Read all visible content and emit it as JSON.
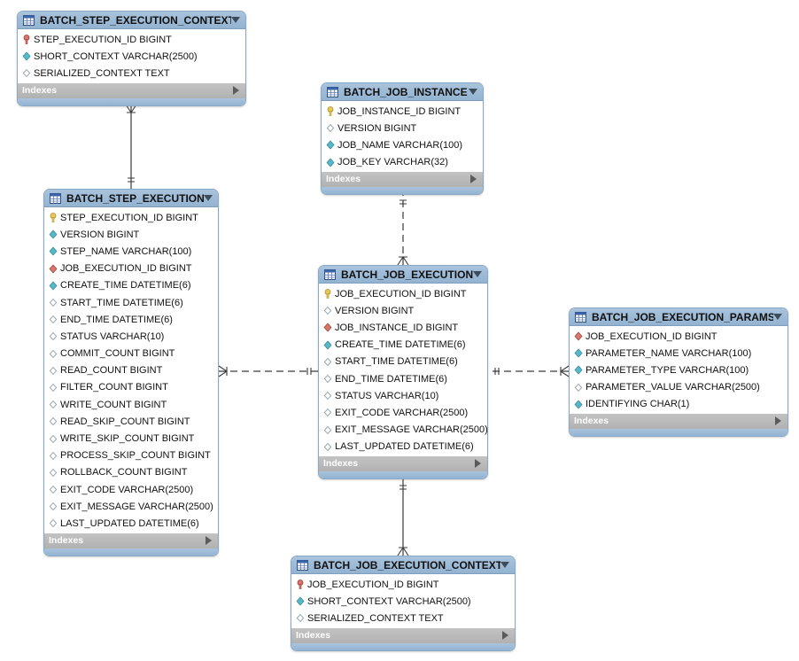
{
  "diagram": {
    "tables": [
      {
        "id": "batch-step-execution-context",
        "title": "BATCH_STEP_EXECUTION_CONTEXT",
        "indexes_label": "Indexes",
        "columns": [
          {
            "text": "STEP_EXECUTION_ID BIGINT",
            "icon": "key-fk-icon"
          },
          {
            "text": "SHORT_CONTEXT VARCHAR(2500)",
            "icon": "not-null-diamond-icon"
          },
          {
            "text": "SERIALIZED_CONTEXT TEXT",
            "icon": "nullable-diamond-icon"
          }
        ]
      },
      {
        "id": "batch-job-instance",
        "title": "BATCH_JOB_INSTANCE",
        "indexes_label": "Indexes",
        "columns": [
          {
            "text": "JOB_INSTANCE_ID BIGINT",
            "icon": "primary-key-icon"
          },
          {
            "text": "VERSION BIGINT",
            "icon": "nullable-diamond-icon"
          },
          {
            "text": "JOB_NAME VARCHAR(100)",
            "icon": "not-null-diamond-icon"
          },
          {
            "text": "JOB_KEY VARCHAR(32)",
            "icon": "not-null-diamond-icon"
          }
        ]
      },
      {
        "id": "batch-step-execution",
        "title": "BATCH_STEP_EXECUTION",
        "indexes_label": "Indexes",
        "columns": [
          {
            "text": "STEP_EXECUTION_ID BIGINT",
            "icon": "primary-key-icon"
          },
          {
            "text": "VERSION BIGINT",
            "icon": "not-null-diamond-icon"
          },
          {
            "text": "STEP_NAME VARCHAR(100)",
            "icon": "not-null-diamond-icon"
          },
          {
            "text": "JOB_EXECUTION_ID BIGINT",
            "icon": "foreign-key-diamond-icon"
          },
          {
            "text": "CREATE_TIME DATETIME(6)",
            "icon": "not-null-diamond-icon"
          },
          {
            "text": "START_TIME DATETIME(6)",
            "icon": "nullable-diamond-icon"
          },
          {
            "text": "END_TIME DATETIME(6)",
            "icon": "nullable-diamond-icon"
          },
          {
            "text": "STATUS VARCHAR(10)",
            "icon": "nullable-diamond-icon"
          },
          {
            "text": "COMMIT_COUNT BIGINT",
            "icon": "nullable-diamond-icon"
          },
          {
            "text": "READ_COUNT BIGINT",
            "icon": "nullable-diamond-icon"
          },
          {
            "text": "FILTER_COUNT BIGINT",
            "icon": "nullable-diamond-icon"
          },
          {
            "text": "WRITE_COUNT BIGINT",
            "icon": "nullable-diamond-icon"
          },
          {
            "text": "READ_SKIP_COUNT BIGINT",
            "icon": "nullable-diamond-icon"
          },
          {
            "text": "WRITE_SKIP_COUNT BIGINT",
            "icon": "nullable-diamond-icon"
          },
          {
            "text": "PROCESS_SKIP_COUNT BIGINT",
            "icon": "nullable-diamond-icon"
          },
          {
            "text": "ROLLBACK_COUNT BIGINT",
            "icon": "nullable-diamond-icon"
          },
          {
            "text": "EXIT_CODE VARCHAR(2500)",
            "icon": "nullable-diamond-icon"
          },
          {
            "text": "EXIT_MESSAGE VARCHAR(2500)",
            "icon": "nullable-diamond-icon"
          },
          {
            "text": "LAST_UPDATED DATETIME(6)",
            "icon": "nullable-diamond-icon"
          }
        ]
      },
      {
        "id": "batch-job-execution",
        "title": "BATCH_JOB_EXECUTION",
        "indexes_label": "Indexes",
        "columns": [
          {
            "text": "JOB_EXECUTION_ID BIGINT",
            "icon": "primary-key-icon"
          },
          {
            "text": "VERSION BIGINT",
            "icon": "nullable-diamond-icon"
          },
          {
            "text": "JOB_INSTANCE_ID BIGINT",
            "icon": "foreign-key-diamond-icon"
          },
          {
            "text": "CREATE_TIME DATETIME(6)",
            "icon": "not-null-diamond-icon"
          },
          {
            "text": "START_TIME DATETIME(6)",
            "icon": "nullable-diamond-icon"
          },
          {
            "text": "END_TIME DATETIME(6)",
            "icon": "nullable-diamond-icon"
          },
          {
            "text": "STATUS VARCHAR(10)",
            "icon": "nullable-diamond-icon"
          },
          {
            "text": "EXIT_CODE VARCHAR(2500)",
            "icon": "nullable-diamond-icon"
          },
          {
            "text": "EXIT_MESSAGE VARCHAR(2500)",
            "icon": "nullable-diamond-icon"
          },
          {
            "text": "LAST_UPDATED DATETIME(6)",
            "icon": "nullable-diamond-icon"
          }
        ]
      },
      {
        "id": "batch-job-execution-params",
        "title": "BATCH_JOB_EXECUTION_PARAMS",
        "indexes_label": "Indexes",
        "columns": [
          {
            "text": "JOB_EXECUTION_ID BIGINT",
            "icon": "foreign-key-diamond-icon"
          },
          {
            "text": "PARAMETER_NAME VARCHAR(100)",
            "icon": "not-null-diamond-icon"
          },
          {
            "text": "PARAMETER_TYPE VARCHAR(100)",
            "icon": "not-null-diamond-icon"
          },
          {
            "text": "PARAMETER_VALUE VARCHAR(2500)",
            "icon": "nullable-diamond-icon"
          },
          {
            "text": "IDENTIFYING CHAR(1)",
            "icon": "not-null-diamond-icon"
          }
        ]
      },
      {
        "id": "batch-job-execution-context",
        "title": "BATCH_JOB_EXECUTION_CONTEXT",
        "indexes_label": "Indexes",
        "columns": [
          {
            "text": "JOB_EXECUTION_ID BIGINT",
            "icon": "key-fk-icon"
          },
          {
            "text": "SHORT_CONTEXT VARCHAR(2500)",
            "icon": "not-null-diamond-icon"
          },
          {
            "text": "SERIALIZED_CONTEXT TEXT",
            "icon": "nullable-diamond-icon"
          }
        ]
      }
    ],
    "relationships": [
      {
        "from": "batch-step-execution-context",
        "to": "batch-step-execution",
        "identifying": true
      },
      {
        "from": "batch-job-execution",
        "to": "batch-job-instance",
        "identifying": false
      },
      {
        "from": "batch-step-execution",
        "to": "batch-job-execution",
        "identifying": false
      },
      {
        "from": "batch-job-execution-params",
        "to": "batch-job-execution",
        "identifying": false
      },
      {
        "from": "batch-job-execution-context",
        "to": "batch-job-execution",
        "identifying": true
      }
    ]
  },
  "colors": {
    "header": "#9ab9d6",
    "indexes_bar": "#b9b9b9",
    "line": "#3a3a3a",
    "primary_key": "#e8c85a",
    "foreign_key": "#d6766e",
    "not_null": "#56b8c8",
    "nullable_border": "#8a9aa6"
  }
}
